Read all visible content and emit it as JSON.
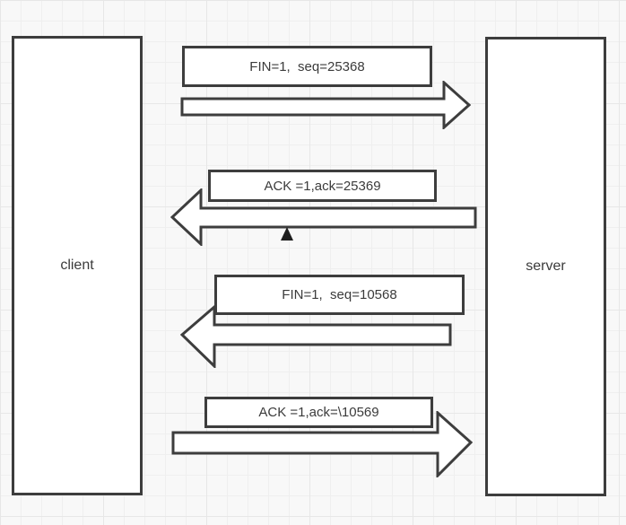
{
  "entities": {
    "client": {
      "label": "client"
    },
    "server": {
      "label": "server"
    }
  },
  "messages": [
    {
      "label": "FIN=1,  seq=25368",
      "direction": "right",
      "from": "client",
      "to": "server"
    },
    {
      "label": "ACK =1,ack=25369",
      "direction": "left",
      "from": "server",
      "to": "client"
    },
    {
      "label": "FIN=1,  seq=10568",
      "direction": "left",
      "from": "server",
      "to": "client"
    },
    {
      "label": "ACK =1,ack=\\10569",
      "direction": "right",
      "from": "client",
      "to": "server"
    }
  ],
  "icons": [
    {
      "name": "arrow-right-icon"
    },
    {
      "name": "arrow-left-icon"
    },
    {
      "name": "arrow-left-icon"
    },
    {
      "name": "arrow-right-icon"
    },
    {
      "name": "up-triangle-marker-icon"
    }
  ],
  "colors": {
    "background": "#f8f8f8",
    "grid_line": "#efefef",
    "grid_line_major": "#e7e7e7",
    "shape_fill": "#ffffff",
    "stroke": "#3d3d3d",
    "text": "#3b3b3b",
    "marker": "#1e1e1e"
  }
}
